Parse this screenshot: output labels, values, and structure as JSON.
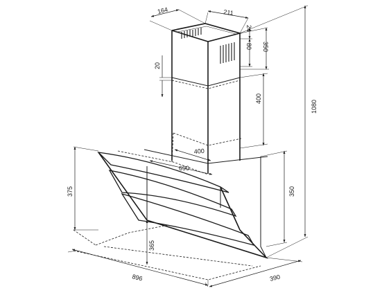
{
  "dimensions": {
    "d164": "164",
    "d211": "211",
    "d24": "24",
    "d80": "80",
    "d350_top": "350",
    "d20": "20",
    "d400_vert": "400",
    "d1080": "1080",
    "d400_depth": "400",
    "d690": "690",
    "d375": "375",
    "d350_body": "350",
    "d365": "365",
    "d896": "896",
    "d390": "390"
  }
}
